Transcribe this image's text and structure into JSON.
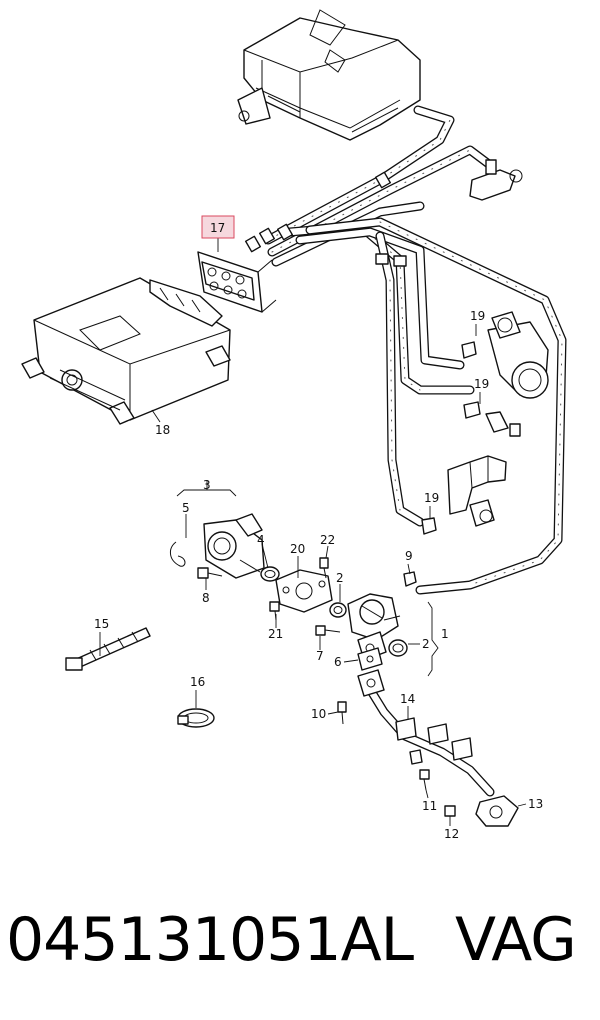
{
  "diagram": {
    "callouts": {
      "c1": "1",
      "c2a": "2",
      "c2b": "2",
      "c3": "3",
      "c4": "4",
      "c5": "5",
      "c6": "6",
      "c7": "7",
      "c8": "8",
      "c9": "9",
      "c10": "10",
      "c11": "11",
      "c12": "12",
      "c13": "13",
      "c14": "14",
      "c15": "15",
      "c16": "16",
      "c17": "17",
      "c18": "18",
      "c19a": "19",
      "c19b": "19",
      "c19c": "19",
      "c20": "20",
      "c21": "21",
      "c22": "22"
    },
    "highlighted_callout": "17",
    "highlight_color": "#f6d8de",
    "highlight_border": "#d9485f"
  },
  "caption": {
    "part_number": "045131051AL",
    "brand": "VAG"
  }
}
